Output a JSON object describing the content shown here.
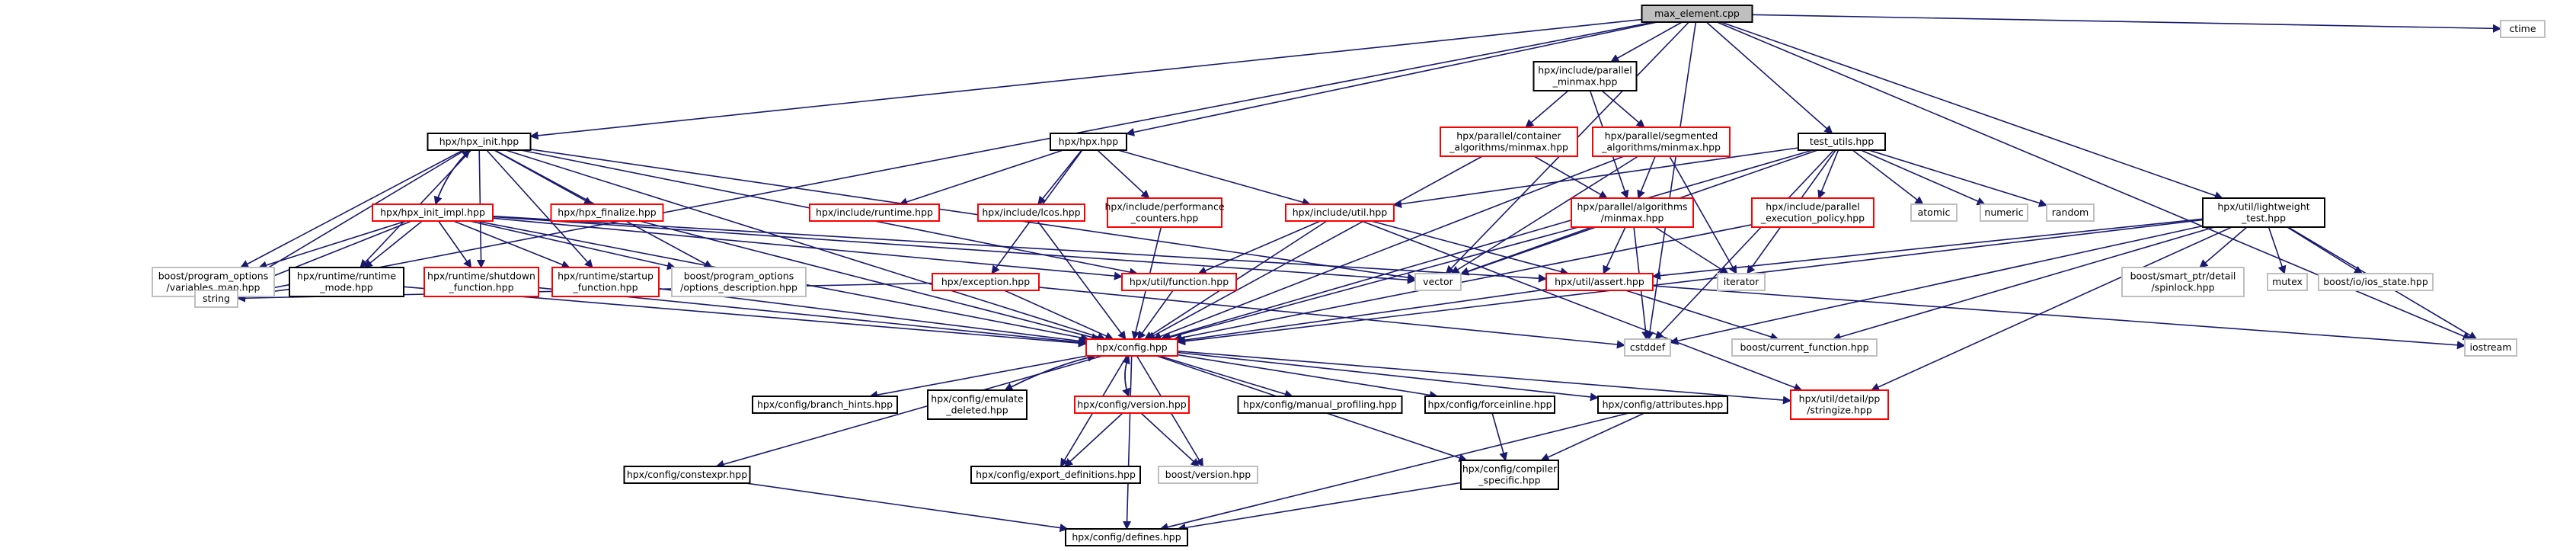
{
  "colors": {
    "root_fill": "#bfbfbf",
    "root_border": "#000000",
    "internal_border": "#000000",
    "missing_border": "#ff0000",
    "system_border": "#bfbfbf",
    "edge": "#191970"
  },
  "nodes": [
    {
      "id": "max_element_cpp",
      "lines": [
        "max_element.cpp"
      ],
      "kind": "root"
    },
    {
      "id": "ctime",
      "lines": [
        "ctime"
      ],
      "kind": "system"
    },
    {
      "id": "hpx_include_parallel_minmax",
      "lines": [
        "hpx/include/parallel",
        "_minmax.hpp"
      ],
      "kind": "internal"
    },
    {
      "id": "hpx_hpx_init",
      "lines": [
        "hpx/hpx_init.hpp"
      ],
      "kind": "internal"
    },
    {
      "id": "hpx_hpx",
      "lines": [
        "hpx/hpx.hpp"
      ],
      "kind": "internal"
    },
    {
      "id": "container_algorithms_minmax",
      "lines": [
        "hpx/parallel/container",
        "_algorithms/minmax.hpp"
      ],
      "kind": "missing"
    },
    {
      "id": "segmented_algorithms_minmax",
      "lines": [
        "hpx/parallel/segmented",
        "_algorithms/minmax.hpp"
      ],
      "kind": "missing"
    },
    {
      "id": "test_utils",
      "lines": [
        "test_utils.hpp"
      ],
      "kind": "internal"
    },
    {
      "id": "lightweight_test",
      "lines": [
        "hpx/util/lightweight",
        "_test.hpp"
      ],
      "kind": "internal"
    },
    {
      "id": "hpx_init_impl",
      "lines": [
        "hpx/hpx_init_impl.hpp"
      ],
      "kind": "missing"
    },
    {
      "id": "hpx_finalize",
      "lines": [
        "hpx/hpx_finalize.hpp"
      ],
      "kind": "missing"
    },
    {
      "id": "include_runtime",
      "lines": [
        "hpx/include/runtime.hpp"
      ],
      "kind": "missing"
    },
    {
      "id": "include_lcos",
      "lines": [
        "hpx/include/lcos.hpp"
      ],
      "kind": "missing"
    },
    {
      "id": "include_performance_counters",
      "lines": [
        "hpx/include/performance",
        "_counters.hpp"
      ],
      "kind": "missing"
    },
    {
      "id": "include_util",
      "lines": [
        "hpx/include/util.hpp"
      ],
      "kind": "missing"
    },
    {
      "id": "parallel_algorithms_minmax",
      "lines": [
        "hpx/parallel/algorithms",
        "/minmax.hpp"
      ],
      "kind": "missing"
    },
    {
      "id": "include_parallel_execution_policy",
      "lines": [
        "hpx/include/parallel",
        "_execution_policy.hpp"
      ],
      "kind": "missing"
    },
    {
      "id": "atomic",
      "lines": [
        "atomic"
      ],
      "kind": "system"
    },
    {
      "id": "numeric",
      "lines": [
        "numeric"
      ],
      "kind": "system"
    },
    {
      "id": "random",
      "lines": [
        "random"
      ],
      "kind": "system"
    },
    {
      "id": "boost_variables_map",
      "lines": [
        "boost/program_options",
        "/variables_map.hpp"
      ],
      "kind": "system"
    },
    {
      "id": "runtime_mode",
      "lines": [
        "hpx/runtime/runtime",
        "_mode.hpp"
      ],
      "kind": "internal"
    },
    {
      "id": "shutdown_function",
      "lines": [
        "hpx/runtime/shutdown",
        "_function.hpp"
      ],
      "kind": "missing"
    },
    {
      "id": "startup_function",
      "lines": [
        "hpx/runtime/startup",
        "_function.hpp"
      ],
      "kind": "missing"
    },
    {
      "id": "boost_options_description",
      "lines": [
        "boost/program_options",
        "/options_description.hpp"
      ],
      "kind": "system"
    },
    {
      "id": "exception",
      "lines": [
        "hpx/exception.hpp"
      ],
      "kind": "missing"
    },
    {
      "id": "util_function",
      "lines": [
        "hpx/util/function.hpp"
      ],
      "kind": "missing"
    },
    {
      "id": "vector",
      "lines": [
        "vector"
      ],
      "kind": "system"
    },
    {
      "id": "util_assert",
      "lines": [
        "hpx/util/assert.hpp"
      ],
      "kind": "missing"
    },
    {
      "id": "iterator",
      "lines": [
        "iterator"
      ],
      "kind": "system"
    },
    {
      "id": "boost_spinlock",
      "lines": [
        "boost/smart_ptr/detail",
        "/spinlock.hpp"
      ],
      "kind": "system"
    },
    {
      "id": "mutex",
      "lines": [
        "mutex"
      ],
      "kind": "system"
    },
    {
      "id": "boost_ios_state",
      "lines": [
        "boost/io/ios_state.hpp"
      ],
      "kind": "system"
    },
    {
      "id": "string",
      "lines": [
        "string"
      ],
      "kind": "system"
    },
    {
      "id": "config",
      "lines": [
        "hpx/config.hpp"
      ],
      "kind": "missing"
    },
    {
      "id": "cstddef",
      "lines": [
        "cstddef"
      ],
      "kind": "system"
    },
    {
      "id": "boost_current_function",
      "lines": [
        "boost/current_function.hpp"
      ],
      "kind": "system"
    },
    {
      "id": "iostream",
      "lines": [
        "iostream"
      ],
      "kind": "system"
    },
    {
      "id": "branch_hints",
      "lines": [
        "hpx/config/branch_hints.hpp"
      ],
      "kind": "internal"
    },
    {
      "id": "emulate_deleted",
      "lines": [
        "hpx/config/emulate",
        "_deleted.hpp"
      ],
      "kind": "internal"
    },
    {
      "id": "config_version",
      "lines": [
        "hpx/config/version.hpp"
      ],
      "kind": "missing"
    },
    {
      "id": "manual_profiling",
      "lines": [
        "hpx/config/manual_profiling.hpp"
      ],
      "kind": "internal"
    },
    {
      "id": "forceinline",
      "lines": [
        "hpx/config/forceinline.hpp"
      ],
      "kind": "internal"
    },
    {
      "id": "attributes",
      "lines": [
        "hpx/config/attributes.hpp"
      ],
      "kind": "internal"
    },
    {
      "id": "stringize",
      "lines": [
        "hpx/util/detail/pp",
        "/stringize.hpp"
      ],
      "kind": "missing"
    },
    {
      "id": "constexpr",
      "lines": [
        "hpx/config/constexpr.hpp"
      ],
      "kind": "internal"
    },
    {
      "id": "export_definitions",
      "lines": [
        "hpx/config/export_definitions.hpp"
      ],
      "kind": "internal"
    },
    {
      "id": "boost_version",
      "lines": [
        "boost/version.hpp"
      ],
      "kind": "system"
    },
    {
      "id": "compiler_specific",
      "lines": [
        "hpx/config/compiler",
        "_specific.hpp"
      ],
      "kind": "internal"
    },
    {
      "id": "defines",
      "lines": [
        "hpx/config/defines.hpp"
      ],
      "kind": "internal"
    }
  ],
  "edges": [
    [
      "max_element_cpp",
      "ctime"
    ],
    [
      "max_element_cpp",
      "hpx_include_parallel_minmax"
    ],
    [
      "max_element_cpp",
      "hpx_hpx_init"
    ],
    [
      "max_element_cpp",
      "hpx_hpx"
    ],
    [
      "max_element_cpp",
      "test_utils"
    ],
    [
      "max_element_cpp",
      "lightweight_test"
    ],
    [
      "max_element_cpp",
      "string"
    ],
    [
      "max_element_cpp",
      "vector"
    ],
    [
      "max_element_cpp",
      "cstddef"
    ],
    [
      "max_element_cpp",
      "iostream"
    ],
    [
      "hpx_include_parallel_minmax",
      "container_algorithms_minmax"
    ],
    [
      "hpx_include_parallel_minmax",
      "segmented_algorithms_minmax"
    ],
    [
      "hpx_include_parallel_minmax",
      "parallel_algorithms_minmax"
    ],
    [
      "hpx_hpx_init",
      "hpx_init_impl"
    ],
    [
      "hpx_hpx_init",
      "hpx_finalize"
    ],
    [
      "hpx_hpx_init",
      "config"
    ],
    [
      "hpx_hpx_init",
      "boost_variables_map"
    ],
    [
      "hpx_hpx_init",
      "runtime_mode"
    ],
    [
      "hpx_hpx_init",
      "shutdown_function"
    ],
    [
      "hpx_hpx_init",
      "startup_function"
    ],
    [
      "hpx_hpx_init",
      "boost_options_description"
    ],
    [
      "hpx_hpx_init",
      "util_function"
    ],
    [
      "hpx_hpx_init",
      "string"
    ],
    [
      "hpx_hpx_init",
      "vector"
    ],
    [
      "hpx_init_impl",
      "hpx_hpx_init"
    ],
    [
      "hpx_init_impl",
      "boost_variables_map"
    ],
    [
      "hpx_init_impl",
      "runtime_mode"
    ],
    [
      "hpx_init_impl",
      "shutdown_function"
    ],
    [
      "hpx_init_impl",
      "startup_function"
    ],
    [
      "hpx_init_impl",
      "boost_options_description"
    ],
    [
      "hpx_init_impl",
      "util_function"
    ],
    [
      "hpx_init_impl",
      "util_assert"
    ],
    [
      "hpx_init_impl",
      "string"
    ],
    [
      "hpx_init_impl",
      "vector"
    ],
    [
      "hpx_init_impl",
      "config"
    ],
    [
      "hpx_finalize",
      "config"
    ],
    [
      "hpx_hpx",
      "include_runtime"
    ],
    [
      "hpx_hpx",
      "include_lcos"
    ],
    [
      "hpx_hpx",
      "include_performance_counters"
    ],
    [
      "hpx_hpx",
      "include_util"
    ],
    [
      "hpx_hpx",
      "exception"
    ],
    [
      "include_lcos",
      "config"
    ],
    [
      "include_performance_counters",
      "config"
    ],
    [
      "include_util",
      "config"
    ],
    [
      "include_util",
      "util_function"
    ],
    [
      "include_util",
      "util_assert"
    ],
    [
      "include_util",
      "stringize"
    ],
    [
      "container_algorithms_minmax",
      "config"
    ],
    [
      "container_algorithms_minmax",
      "parallel_algorithms_minmax"
    ],
    [
      "segmented_algorithms_minmax",
      "config"
    ],
    [
      "segmented_algorithms_minmax",
      "parallel_algorithms_minmax"
    ],
    [
      "segmented_algorithms_minmax",
      "iterator"
    ],
    [
      "segmented_algorithms_minmax",
      "vector"
    ],
    [
      "parallel_algorithms_minmax",
      "config"
    ],
    [
      "parallel_algorithms_minmax",
      "util_assert"
    ],
    [
      "parallel_algorithms_minmax",
      "vector"
    ],
    [
      "parallel_algorithms_minmax",
      "iterator"
    ],
    [
      "parallel_algorithms_minmax",
      "cstddef"
    ],
    [
      "test_utils",
      "include_util"
    ],
    [
      "test_utils",
      "include_parallel_execution_policy"
    ],
    [
      "test_utils",
      "atomic"
    ],
    [
      "test_utils",
      "numeric"
    ],
    [
      "test_utils",
      "random"
    ],
    [
      "test_utils",
      "iterator"
    ],
    [
      "test_utils",
      "vector"
    ],
    [
      "test_utils",
      "config"
    ],
    [
      "test_utils",
      "cstddef"
    ],
    [
      "include_parallel_execution_policy",
      "config"
    ],
    [
      "lightweight_test",
      "util_assert"
    ],
    [
      "lightweight_test",
      "boost_spinlock"
    ],
    [
      "lightweight_test",
      "mutex"
    ],
    [
      "lightweight_test",
      "boost_ios_state"
    ],
    [
      "lightweight_test",
      "iostream"
    ],
    [
      "lightweight_test",
      "stringize"
    ],
    [
      "lightweight_test",
      "boost_current_function"
    ],
    [
      "lightweight_test",
      "config"
    ],
    [
      "lightweight_test",
      "cstddef"
    ],
    [
      "runtime_mode",
      "config"
    ],
    [
      "runtime_mode",
      "string"
    ],
    [
      "shutdown_function",
      "config"
    ],
    [
      "startup_function",
      "config"
    ],
    [
      "exception",
      "config"
    ],
    [
      "exception",
      "string"
    ],
    [
      "exception",
      "cstddef"
    ],
    [
      "util_function",
      "config"
    ],
    [
      "util_assert",
      "config"
    ],
    [
      "util_assert",
      "boost_current_function"
    ],
    [
      "util_assert",
      "iostream"
    ],
    [
      "config",
      "branch_hints"
    ],
    [
      "config",
      "emulate_deleted"
    ],
    [
      "config",
      "config_version"
    ],
    [
      "config",
      "manual_profiling"
    ],
    [
      "config",
      "forceinline"
    ],
    [
      "config",
      "attributes"
    ],
    [
      "config",
      "stringize"
    ],
    [
      "config",
      "constexpr"
    ],
    [
      "config",
      "export_definitions"
    ],
    [
      "config",
      "boost_version"
    ],
    [
      "config",
      "compiler_specific"
    ],
    [
      "config",
      "defines"
    ],
    [
      "emulate_deleted",
      "config"
    ],
    [
      "config_version",
      "config"
    ],
    [
      "config_version",
      "export_definitions"
    ],
    [
      "config_version",
      "boost_version"
    ],
    [
      "forceinline",
      "compiler_specific"
    ],
    [
      "attributes",
      "compiler_specific"
    ],
    [
      "attributes",
      "defines"
    ],
    [
      "compiler_specific",
      "defines"
    ],
    [
      "constexpr",
      "defines"
    ]
  ]
}
